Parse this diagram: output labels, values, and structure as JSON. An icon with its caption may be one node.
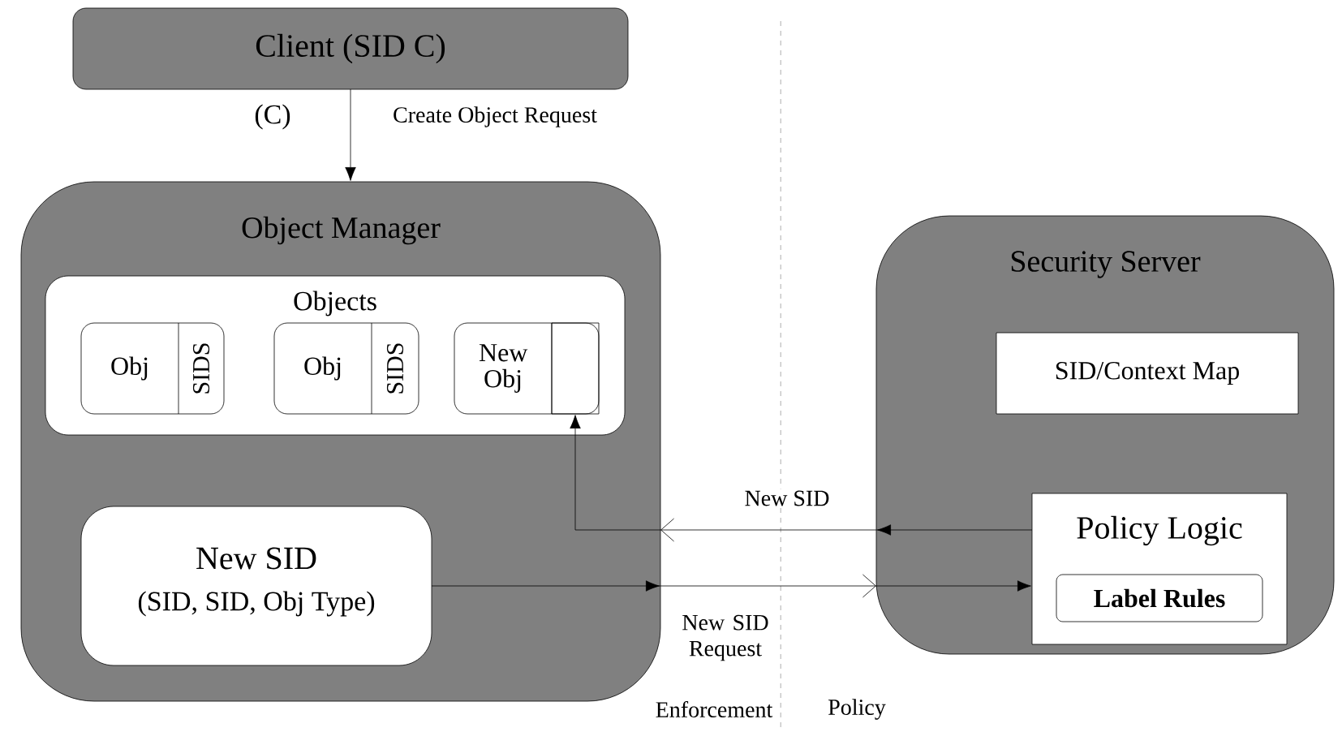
{
  "diagram": {
    "nodes": [
      {
        "text": [
          "Client (SID C)"
        ]
      },
      {
        "text": [
          "Object Manager"
        ]
      },
      {
        "text": [
          "Objects"
        ],
        "in": 1
      },
      {
        "text": [
          "Obj",
          "SIDS"
        ],
        "in": 2
      },
      {
        "text": [
          "Obj",
          "SIDS"
        ],
        "in": 2
      },
      {
        "text": [
          "New Obj"
        ],
        "in": 2
      },
      {
        "text": [],
        "shape": "box",
        "in": 5
      },
      {
        "text": [
          "New SID",
          "(SID, SID, Obj Type)"
        ],
        "in": 1
      },
      {
        "text": [
          "Security Server"
        ]
      },
      {
        "text": [
          "SID/Context Map"
        ],
        "in": 8
      },
      {
        "text": [
          "Policy Logic"
        ],
        "in": 8
      },
      {
        "text": [
          "Label Rules"
        ],
        "in": 10
      }
    ],
    "edges": [
      {
        "from": 0,
        "to": 1,
        "arrow": "to",
        "label": "Create Object Request"
      },
      {
        "from": 7,
        "to": 10,
        "arrow": "to",
        "label": "New SID Request"
      },
      {
        "from": 10,
        "to": 6,
        "arrow": "to",
        "label": "New SID"
      }
    ],
    "labels": [
      "(C)",
      "Enforcement",
      "Policy"
    ]
  }
}
